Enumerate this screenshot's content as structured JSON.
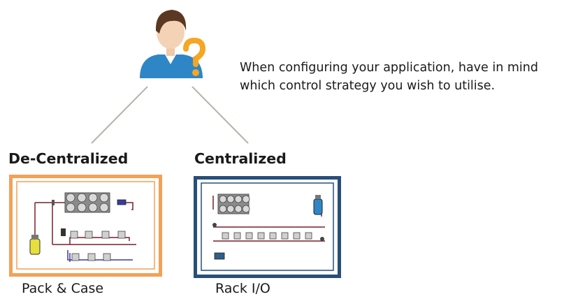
{
  "intro": {
    "line1": "When configuring your application, have in mind",
    "line2": "which control strategy you wish to utilise."
  },
  "options": [
    {
      "heading": "De-Centralized",
      "caption": "Pack & Case",
      "frame_color": "#f2a156"
    },
    {
      "heading": "Centralized",
      "caption": "Rack I/O",
      "frame_color": "#284e7a"
    }
  ],
  "icons": {
    "user": "user-question-icon"
  },
  "colors": {
    "connector": "#b8b3a8",
    "shirt": "#2f86c6",
    "question": "#f5a623",
    "pipe": "#7a1f2b",
    "pipe_blue": "#3a3aa0"
  }
}
